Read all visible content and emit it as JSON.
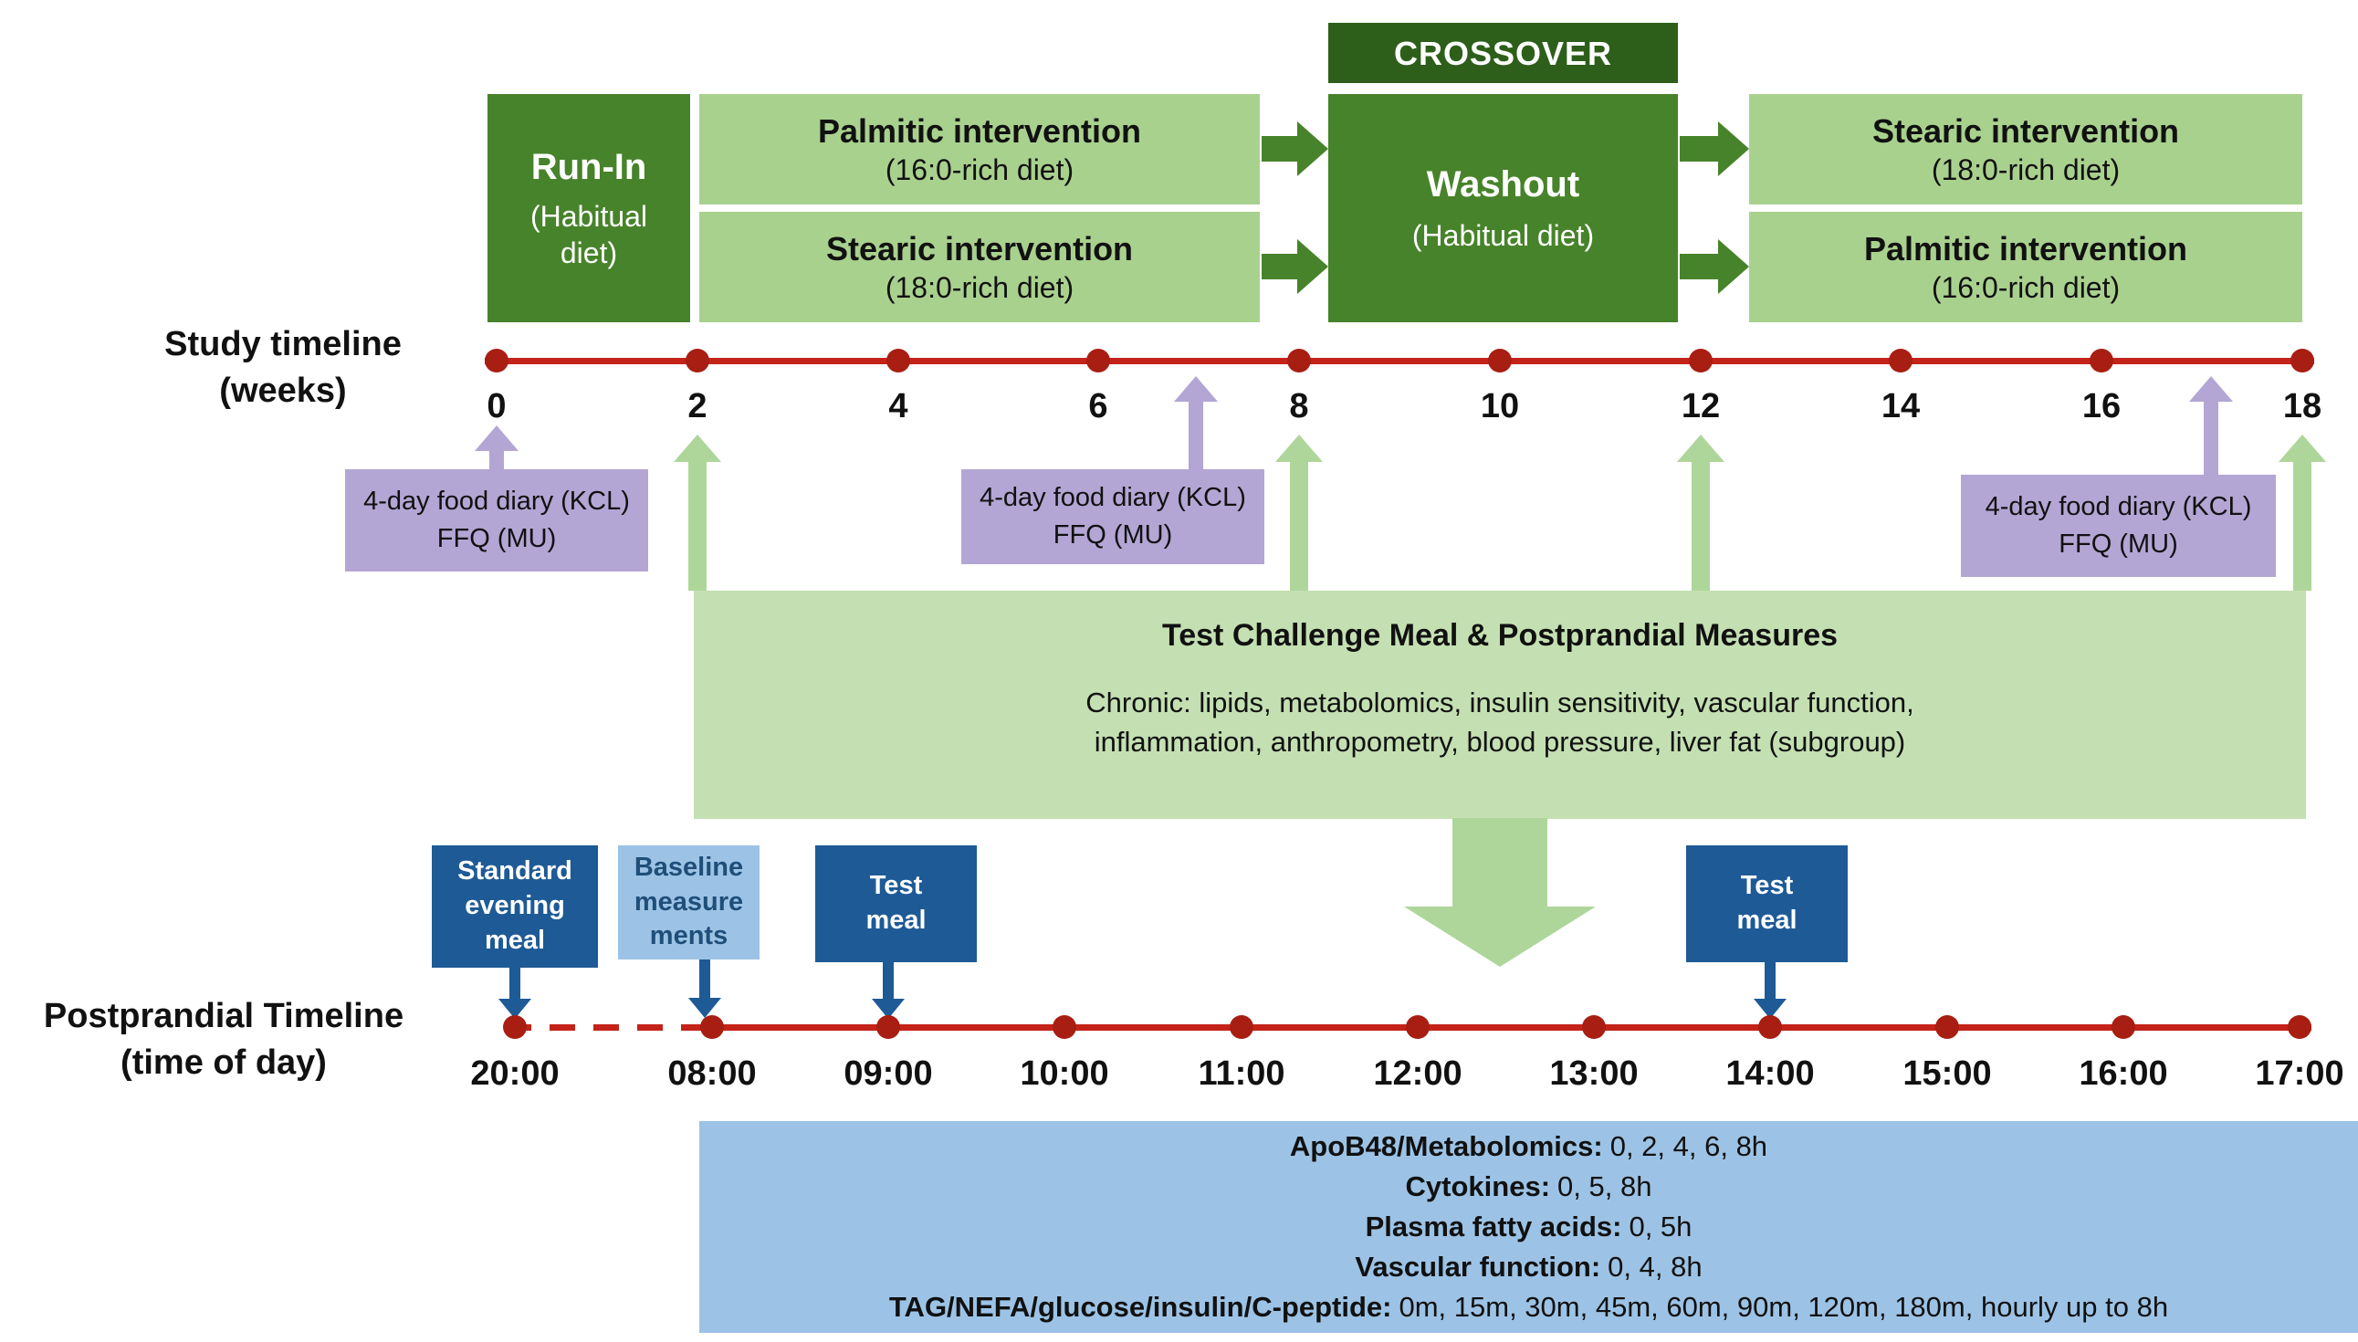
{
  "colors": {
    "dark_green": "#47832a",
    "darker_green": "#2d5f1a",
    "light_green": "#a9d18e",
    "pale_green": "#c4e0b2",
    "arrow_green": "#aed69a",
    "purple": "#b3a6d4",
    "timeline_red": "#c4231a",
    "dark_blue": "#1e5a96",
    "light_blue": "#9cc3e5"
  },
  "study_timeline": {
    "axis_label": "Study timeline\n(weeks)",
    "weeks": [
      "0",
      "2",
      "4",
      "6",
      "8",
      "10",
      "12",
      "14",
      "16",
      "18"
    ],
    "run_in": {
      "title": "Run-In",
      "subtitle": "(Habitual diet)"
    },
    "palmitic_first": {
      "title": "Palmitic intervention",
      "subtitle": "(16:0-rich diet)"
    },
    "stearic_first": {
      "title": "Stearic intervention",
      "subtitle": "(18:0-rich diet)"
    },
    "crossover_label": "CROSSOVER",
    "washout": {
      "title": "Washout",
      "subtitle": "(Habitual diet)"
    },
    "stearic_second": {
      "title": "Stearic intervention",
      "subtitle": "(18:0-rich diet)"
    },
    "palmitic_second": {
      "title": "Palmitic intervention",
      "subtitle": "(16:0-rich diet)"
    },
    "food_diary_notes": [
      "4-day food diary (KCL)\nFFQ (MU)",
      "4-day food diary (KCL)\nFFQ (MU)",
      "4-day food diary (KCL)\nFFQ (MU)"
    ]
  },
  "test_challenge": {
    "title": "Test Challenge Meal & Postprandial Measures",
    "body": "Chronic: lipids, metabolomics, insulin sensitivity, vascular function,\ninflammation, anthropometry, blood pressure, liver fat (subgroup)"
  },
  "postprandial": {
    "axis_label": "Postprandial Timeline\n(time of day)",
    "times": [
      "20:00",
      "08:00",
      "09:00",
      "10:00",
      "11:00",
      "12:00",
      "13:00",
      "14:00",
      "15:00",
      "16:00",
      "17:00"
    ],
    "standard_evening_meal": "Standard\nevening\nmeal",
    "baseline_measurements": "Baseline\nmeasure\nments",
    "test_meal_1": "Test\nmeal",
    "test_meal_2": "Test\nmeal",
    "measures": [
      {
        "label": "ApoB48/Metabolomics:",
        "value": "0, 2, 4, 6, 8h"
      },
      {
        "label": "Cytokines:",
        "value": "0, 5, 8h"
      },
      {
        "label": "Plasma fatty acids:",
        "value": "0, 5h"
      },
      {
        "label": "Vascular function:",
        "value": "0, 4, 8h"
      },
      {
        "label": "TAG/NEFA/glucose/insulin/C-peptide:",
        "value": "0m, 15m, 30m, 45m, 60m, 90m, 120m, 180m, hourly up to 8h"
      }
    ]
  }
}
